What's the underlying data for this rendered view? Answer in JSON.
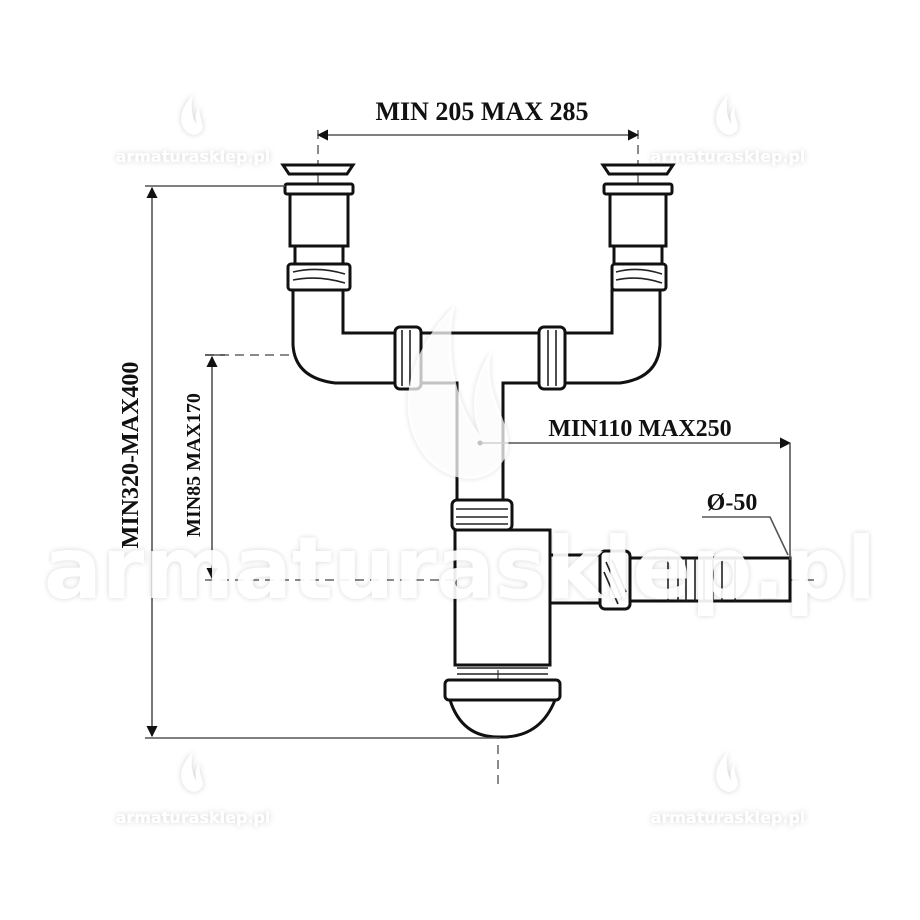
{
  "diagram": {
    "subject": "double-bowl sink siphon (bottle trap) with two drain strainers, T-connector and side outlet",
    "dimensions": {
      "strainer_spacing": "MIN 205 MAX 285",
      "total_height": "MIN320-MAX400",
      "tee_to_outlet_height": "MIN85 MAX170",
      "outlet_reach": "MIN110 MAX250",
      "outlet_diameter": "Ø-50"
    },
    "colors": {
      "line": "#111111",
      "dimension_line": "#555555",
      "center_line": "#8a8a8a",
      "background": "#ffffff"
    }
  },
  "watermarks": {
    "small_label": "armaturasklep.pl",
    "large_label": "armaturasklep.pl",
    "positions": [
      "top-left",
      "top-right",
      "bottom-left",
      "bottom-right",
      "center"
    ]
  }
}
